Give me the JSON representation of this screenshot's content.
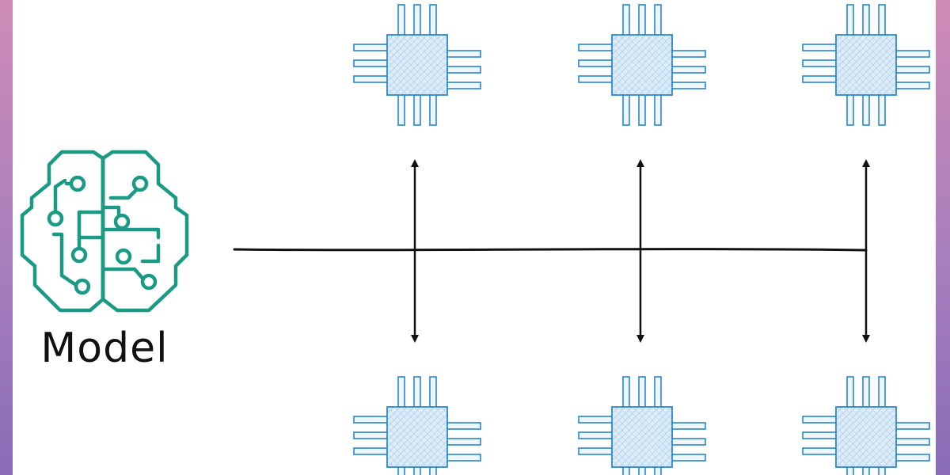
{
  "diagram": {
    "model_label": "Model",
    "colors": {
      "background_left": "#cf8bb6",
      "background_right": "#8a6bb7",
      "canvas": "#ffffff",
      "model_icon": "#1a9a84",
      "chip_outline": "#2a86cc",
      "chip_fill": "#cfe5f6",
      "connector": "#111111"
    },
    "icons": {
      "model": "brain-circuit-icon",
      "device": "chip-icon"
    },
    "devices": [
      {
        "name": "chip-top-1"
      },
      {
        "name": "chip-top-2"
      },
      {
        "name": "chip-top-3"
      },
      {
        "name": "chip-bottom-1"
      },
      {
        "name": "chip-bottom-2"
      },
      {
        "name": "chip-bottom-3"
      }
    ]
  }
}
